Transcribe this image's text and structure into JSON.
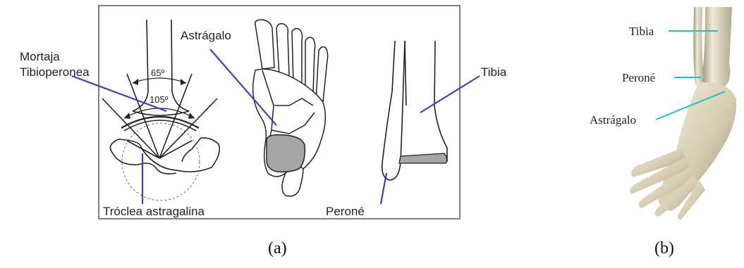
{
  "panel_a": {
    "labels": {
      "mortaja_line1": "Mortaja",
      "mortaja_line2": "Tibioperonea",
      "angle_small": "65º",
      "angle_large": "105º",
      "troclea": "Tróclea astragalina",
      "astragalo": "Astrágalo",
      "tibia": "Tibia",
      "perone": "Peroné"
    },
    "caption": "(a)",
    "colors": {
      "leader": "#3a3fc7",
      "bone_fill": "#ffffff",
      "talus_fill": "#a6a6a6",
      "outline": "#222222"
    }
  },
  "panel_b": {
    "labels": {
      "tibia": "Tibia",
      "perone": "Peroné",
      "astragalo": "Astrágalo"
    },
    "caption": "(b)",
    "colors": {
      "leader": "#27c0c8",
      "bone": "#d8cfb8",
      "bone_shadow": "#8f8670"
    }
  }
}
